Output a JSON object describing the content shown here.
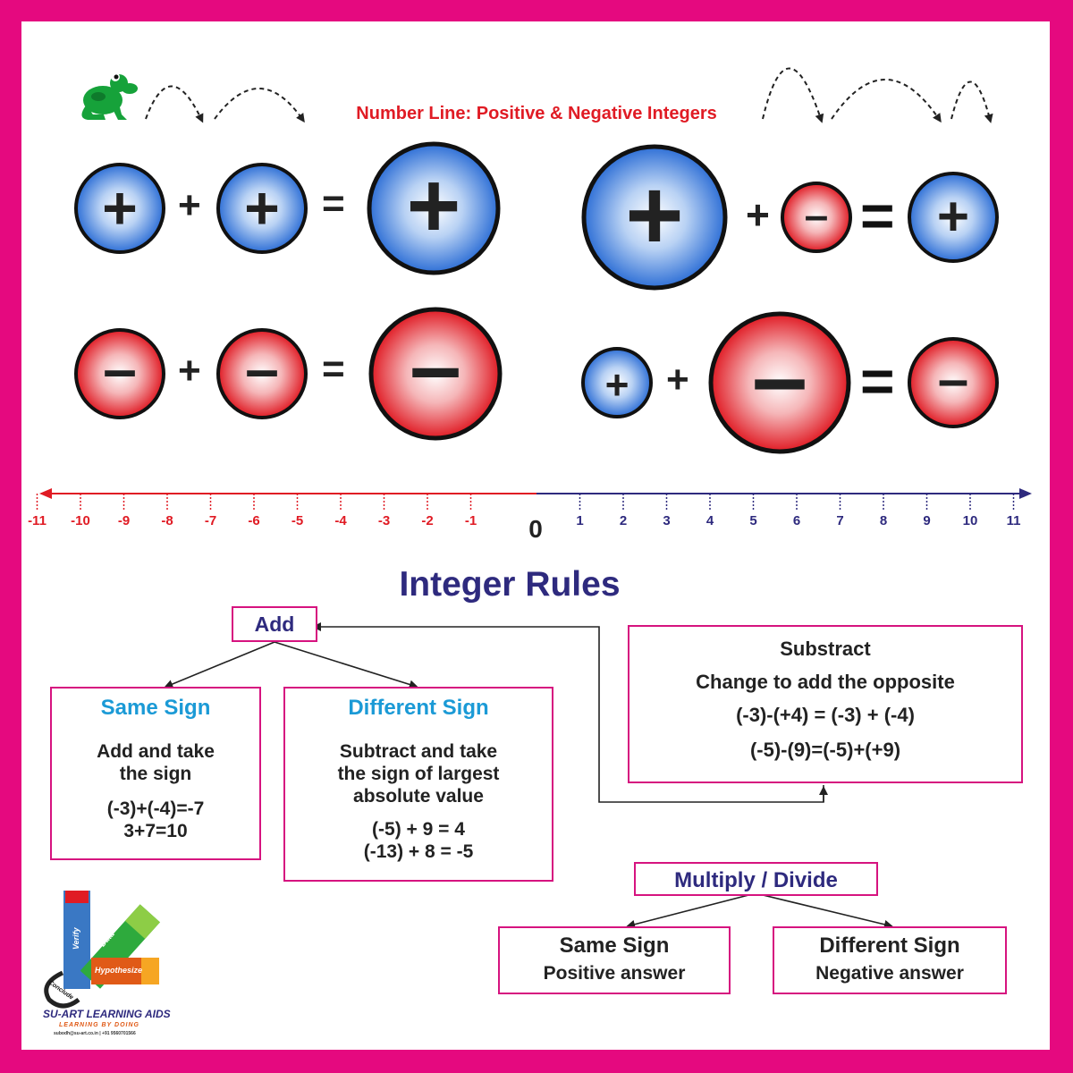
{
  "header": {
    "title": "Number Line: Positive & Negative Integers"
  },
  "equations": {
    "plus": "+",
    "equals": "=",
    "pos_sign": "+",
    "neg_sign": "–"
  },
  "number_line": {
    "zero": "0",
    "negative_ticks": [
      "-11",
      "-10",
      "-9",
      "-8",
      "-7",
      "-6",
      "-5",
      "-4",
      "-3",
      "-2",
      "-1"
    ],
    "positive_ticks": [
      "1",
      "2",
      "3",
      "4",
      "5",
      "6",
      "7",
      "8",
      "9",
      "10",
      "11"
    ]
  },
  "rules": {
    "title": "Integer Rules",
    "add": "Add",
    "same_sign": {
      "heading": "Same Sign",
      "text": [
        "Add and take",
        "the sign"
      ],
      "examples": [
        "(-3)+(-4)=-7",
        "3+7=10"
      ]
    },
    "different_sign": {
      "heading": "Different Sign",
      "text": [
        "Subtract and take",
        "the sign of largest",
        "absolute value"
      ],
      "examples": [
        "(-5) + 9 = 4",
        "(-13) + 8 = -5"
      ]
    },
    "subtract": {
      "heading": "Substract",
      "text": "Change to add the opposite",
      "examples": [
        "(-3)-(+4) = (-3) + (-4)",
        "(-5)-(9)=(-5)+(+9)"
      ]
    },
    "multiply_divide": {
      "label": "Multiply / Divide",
      "same": {
        "heading": "Same Sign",
        "text": "Positive answer"
      },
      "different": {
        "heading": "Different Sign",
        "text": "Negative answer"
      }
    }
  },
  "logo": {
    "brand": "SU-ART LEARNING AIDS",
    "tagline": "LEARNING BY DOING",
    "contact": "subodh@su-art.co.in | +91 9560701566",
    "books": [
      "Verify",
      "Data",
      "Hypothesize",
      "Conclude"
    ]
  },
  "colors": {
    "border": "#e5097f",
    "positive": "#2e6fd6",
    "negative": "#e01b24",
    "navy": "#2e2a7e",
    "heading_blue": "#1b9ad6"
  }
}
